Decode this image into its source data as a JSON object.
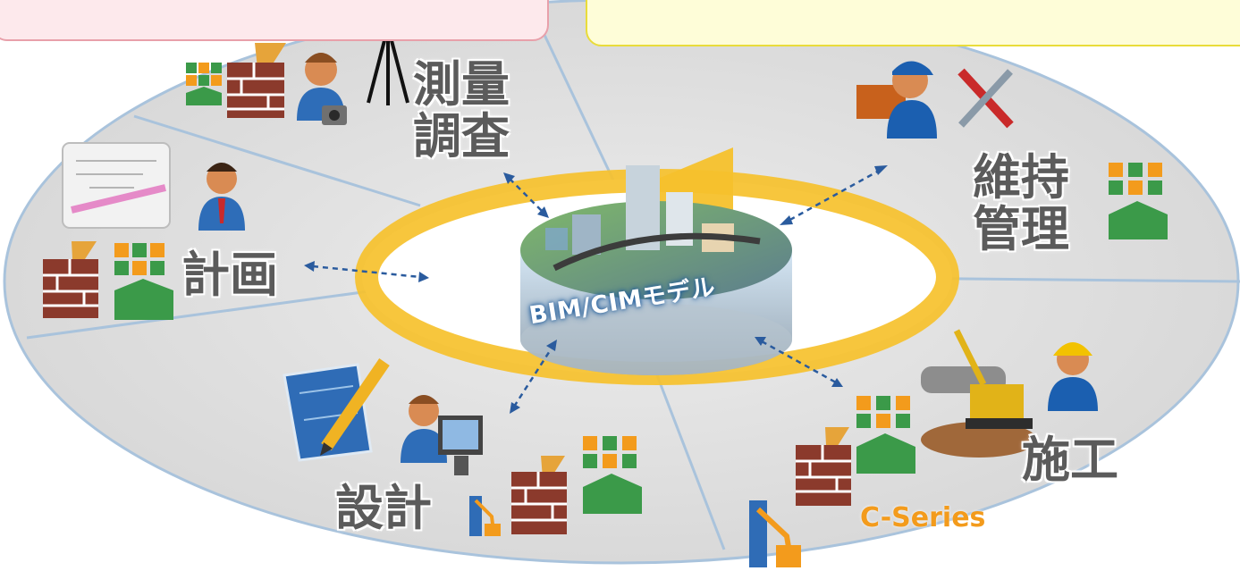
{
  "center": {
    "model_label": "BIM/CIMモデル"
  },
  "phases": {
    "survey": {
      "line1": "測量",
      "line2": "調査"
    },
    "maintenance": {
      "line1": "維持",
      "line2": "管理"
    },
    "planning": {
      "label": "計画"
    },
    "design": {
      "label": "設計"
    },
    "construction": {
      "label": "施工"
    }
  },
  "product": {
    "series_label": "C-Series"
  },
  "colors": {
    "ellipse_fill": "#dedede",
    "ellipse_border": "#a9c3dc",
    "ring": "#f6c12c",
    "arrow": "#2a5b9e",
    "brick": "#8b3a2c",
    "green": "#3b9a49",
    "orange": "#f39b1c",
    "blue_icon": "#2f6cb6"
  }
}
